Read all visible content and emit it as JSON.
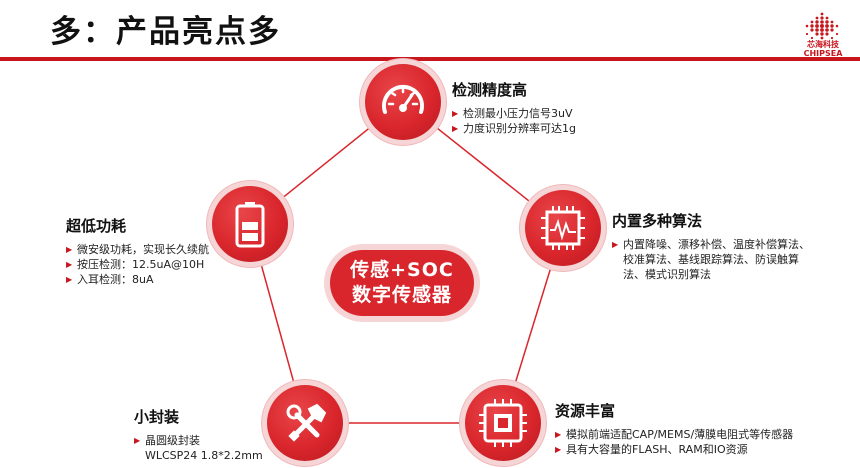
{
  "page": {
    "title": "多：产品亮点多"
  },
  "logo": {
    "name_cn": "芯海科技",
    "name_en": "CHIPSEA"
  },
  "center": {
    "line1": "传感+SOC",
    "line2": "数字传感器"
  },
  "features": {
    "precision": {
      "title": "检测精度高",
      "icon": "gauge-icon",
      "items": [
        "检测最小压力信号3uV",
        "力度识别分辨率可达1g"
      ]
    },
    "algorithms": {
      "title": "内置多种算法",
      "icon": "waveform-chip-icon",
      "items": [
        "内置降噪、漂移补偿、温度补偿算法、",
        "校准算法、基线跟踪算法、防误触算",
        "法、模式识别算法"
      ]
    },
    "resources": {
      "title": "资源丰富",
      "icon": "chip-icon",
      "items": [
        "模拟前端适配CAP/MEMS/薄膜电阻式等传感器",
        "具有大容量的FLASH、RAM和IO资源"
      ]
    },
    "package": {
      "title": "小封装",
      "icon": "tools-icon",
      "items": [
        "晶圆级封装",
        "WLCSP24 1.8*2.2mm"
      ]
    },
    "power": {
      "title": "超低功耗",
      "icon": "battery-icon",
      "items": [
        "微安级功耗，实现长久续航",
        "按压检测：12.5uA@10H",
        "入耳检测：8uA"
      ]
    }
  },
  "colors": {
    "accent": "#c8161d",
    "node": "#d9262c",
    "halo": "#f6d5d6"
  }
}
